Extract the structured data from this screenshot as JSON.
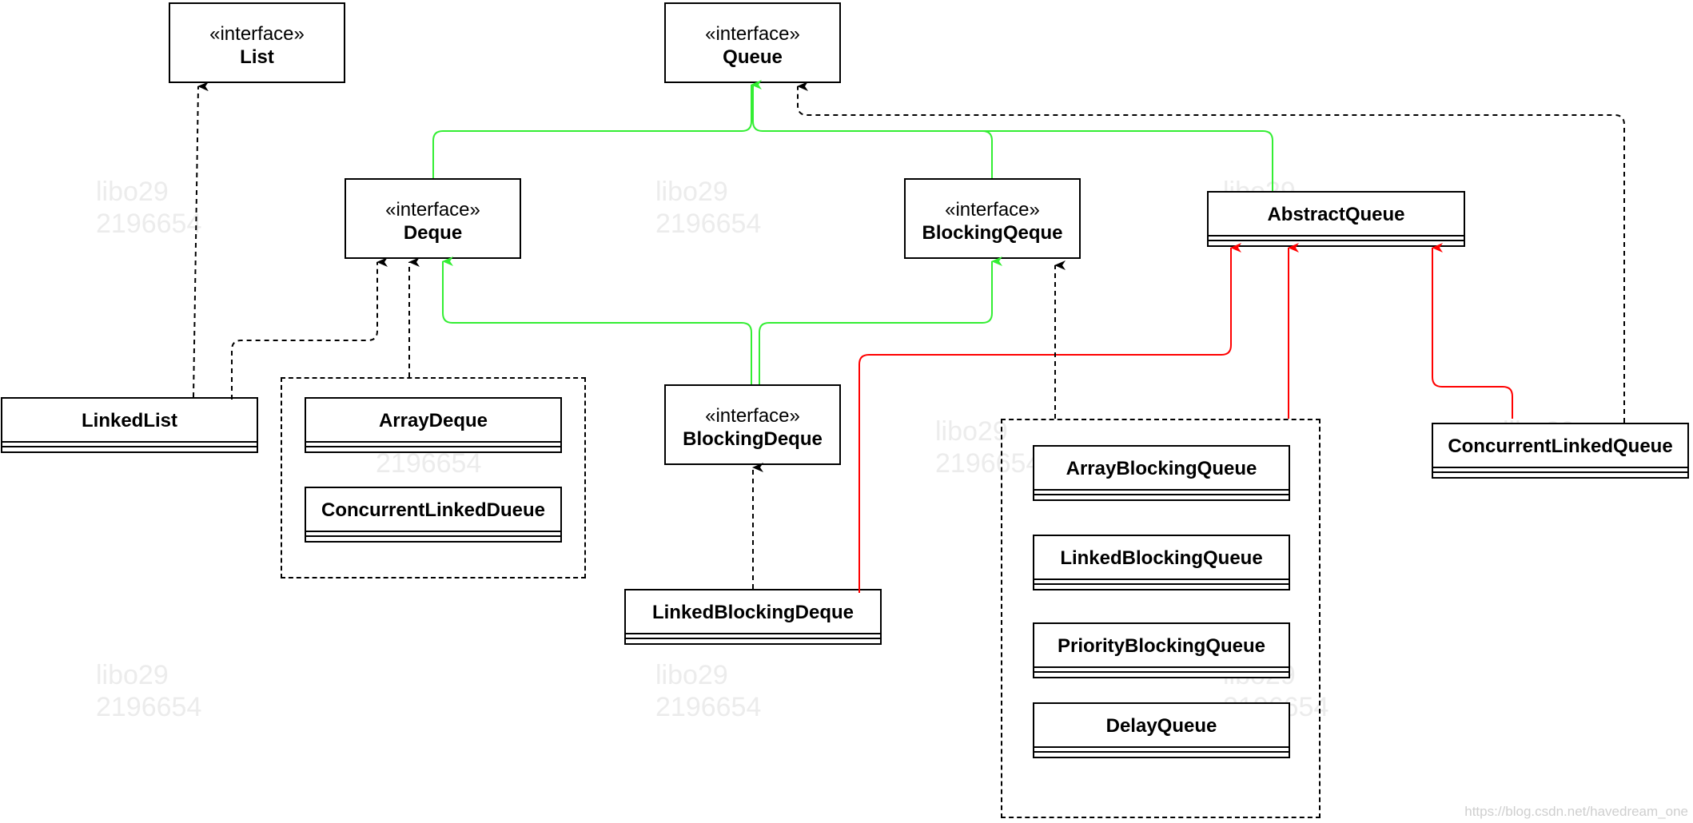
{
  "stereotype": "«interface»",
  "interfaces": {
    "list": "List",
    "queue": "Queue",
    "deque": "Deque",
    "blocking_qeque": "BlockingQeque",
    "blocking_deque": "BlockingDeque"
  },
  "classes": {
    "abstract_queue": "AbstractQueue",
    "linked_list": "LinkedList",
    "array_deque": "ArrayDeque",
    "concurrent_linked_dueue": "ConcurrentLinkedDueue",
    "linked_blocking_deque": "LinkedBlockingDeque",
    "array_blocking_queue": "ArrayBlockingQueue",
    "linked_blocking_queue": "LinkedBlockingQueue",
    "priority_blocking_queue": "PriorityBlockingQueue",
    "delay_queue": "DelayQueue",
    "concurrent_linked_queue": "ConcurrentLinkedQueue"
  },
  "watermark": [
    "libo29",
    "2196654"
  ],
  "footer": "https://blog.csdn.net/havedream_one",
  "colors": {
    "interface_inheritance": "#33ee33",
    "class_extends": "#ff0000",
    "implements": "#000000"
  }
}
